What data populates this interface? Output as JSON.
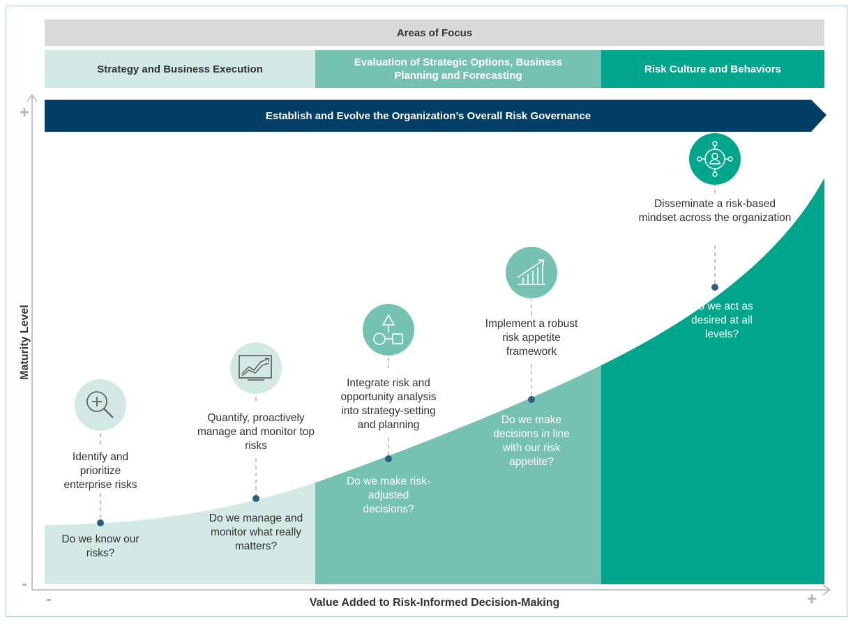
{
  "header": {
    "title": "Areas of Focus",
    "focus_areas": [
      "Strategy and Business Execution",
      "Evaluation of Strategic Options, Business Planning and Forecasting",
      "Risk Culture and Behaviors"
    ]
  },
  "governance_arrow": "Establish and Evolve the Organization’s Overall Risk Governance",
  "axes": {
    "y_label": "Maturity Level",
    "x_label": "Value Added to Risk-Informed Decision-Making",
    "y_plus": "+",
    "y_minus": "-",
    "x_minus": "-",
    "x_plus": "+"
  },
  "stages": [
    {
      "icon": "magnifier-plus-icon",
      "action": "Identify and prioritize enterprise risks",
      "question": "Do we know our risks?"
    },
    {
      "icon": "monitor-chart-icon",
      "action": "Quantify, proactively manage and monitor top risks",
      "question": "Do we manage and monitor what really matters?"
    },
    {
      "icon": "shapes-icon",
      "action": "Integrate risk and opportunity analysis into strategy-setting and planning",
      "question": "Do we make risk-adjusted decisions?"
    },
    {
      "icon": "growth-chart-icon",
      "action": "Implement a robust risk appetite framework",
      "question": "Do we make decisions in line with our risk appetite?"
    },
    {
      "icon": "network-person-icon",
      "action": "Disseminate a risk-based mindset across the organization",
      "question": "Do we act as desired at all levels?"
    }
  ],
  "colors": {
    "header_gray": "#d9d9d9",
    "zone1": "#d2e9e4",
    "zone2": "#75c2b3",
    "zone3": "#00a68c",
    "arrow_navy": "#003e66",
    "axis_gray": "#b3b3b3"
  }
}
